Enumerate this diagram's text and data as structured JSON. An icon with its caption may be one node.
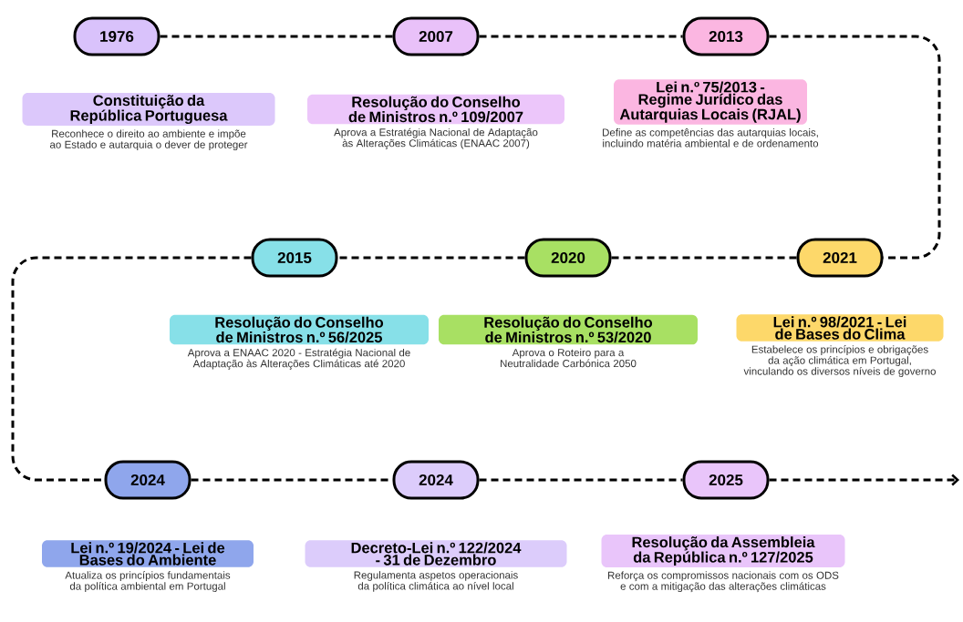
{
  "diagram": {
    "nodes": [
      {
        "text": [
          "1976"
        ]
      },
      {
        "text": [
          "Constituição da República Portuguesa"
        ],
        "beside": [
          "Reconhece o direito ao ambiente e impõe ao Estado e autarquia o dever de proteger"
        ]
      },
      {
        "text": [
          "2007"
        ]
      },
      {
        "text": [
          "Resolução do Conselho de Ministros n.º 109/2007"
        ],
        "beside": [
          "Aprova a Estratégia Nacional de Adaptação às Alterações Climáticas (ENAAC 2007)"
        ]
      },
      {
        "text": [
          "2013"
        ]
      },
      {
        "text": [
          "Lei n.º 75/2013 - Regime Jurídico das Autarquias Locais (RJAL)"
        ],
        "beside": [
          "Define as competências das autarquias locais, incluindo matéria ambiental e de ordenamento"
        ]
      },
      {
        "text": [
          "2015"
        ]
      },
      {
        "text": [
          "Resolução do Conselho de Ministros n.º 56/2025"
        ],
        "beside": [
          "Aprova a ENAAC 2020 - Estratégia Nacional de Adaptação às Alterações Climáticas até 2020"
        ]
      },
      {
        "text": [
          "2020"
        ]
      },
      {
        "text": [
          "Resolução do Conselho de Ministros n.º 53/2020"
        ],
        "beside": [
          "Aprova o Roteiro para a Neutralidade Carbónica 2050"
        ]
      },
      {
        "text": [
          "2021"
        ]
      },
      {
        "text": [
          "Lei n.º 98/2021 - Lei de Bases do Clima"
        ],
        "beside": [
          "Estabelece os princípios e obrigações da ação climática em Portugal, vinculando os diversos níveis de governo"
        ]
      },
      {
        "text": [
          "2024"
        ]
      },
      {
        "text": [
          "Lei n.º 19/2024 - Lei de Bases do Ambiente"
        ],
        "beside": [
          "Atualiza os princípios fundamentais da política ambiental em Portugal"
        ]
      },
      {
        "text": [
          "2024"
        ]
      },
      {
        "text": [
          "Decreto-Lei n.º 122/2024 - 31 de Dezembro"
        ],
        "beside": [
          "Regulamenta aspetos operacionais da política climática ao nível local"
        ]
      },
      {
        "text": [
          "2025"
        ]
      },
      {
        "text": [
          "Resolução da Assembleia da República n.º 127/2025"
        ],
        "beside": [
          "Reforça os compromissos nacionais com os ODS e com a mitigação das alterações climáticas"
        ]
      }
    ],
    "edges": [
      {
        "from": 0,
        "to": 2,
        "arrow": "none",
        "style": "dashed"
      },
      {
        "from": 2,
        "to": 4,
        "arrow": "none",
        "style": "dashed"
      },
      {
        "from": 4,
        "to": 10,
        "arrow": "none",
        "style": "dashed"
      },
      {
        "from": 10,
        "to": 8,
        "arrow": "none",
        "style": "dashed"
      },
      {
        "from": 8,
        "to": 6,
        "arrow": "none",
        "style": "dashed"
      },
      {
        "from": 6,
        "to": 12,
        "arrow": "none",
        "style": "dashed"
      },
      {
        "from": 12,
        "to": 14,
        "arrow": "none",
        "style": "dashed"
      },
      {
        "from": 14,
        "to": 16,
        "arrow": "none",
        "style": "dashed"
      },
      {
        "from": 16,
        "to": null,
        "arrow": "to",
        "style": "dashed"
      }
    ]
  }
}
